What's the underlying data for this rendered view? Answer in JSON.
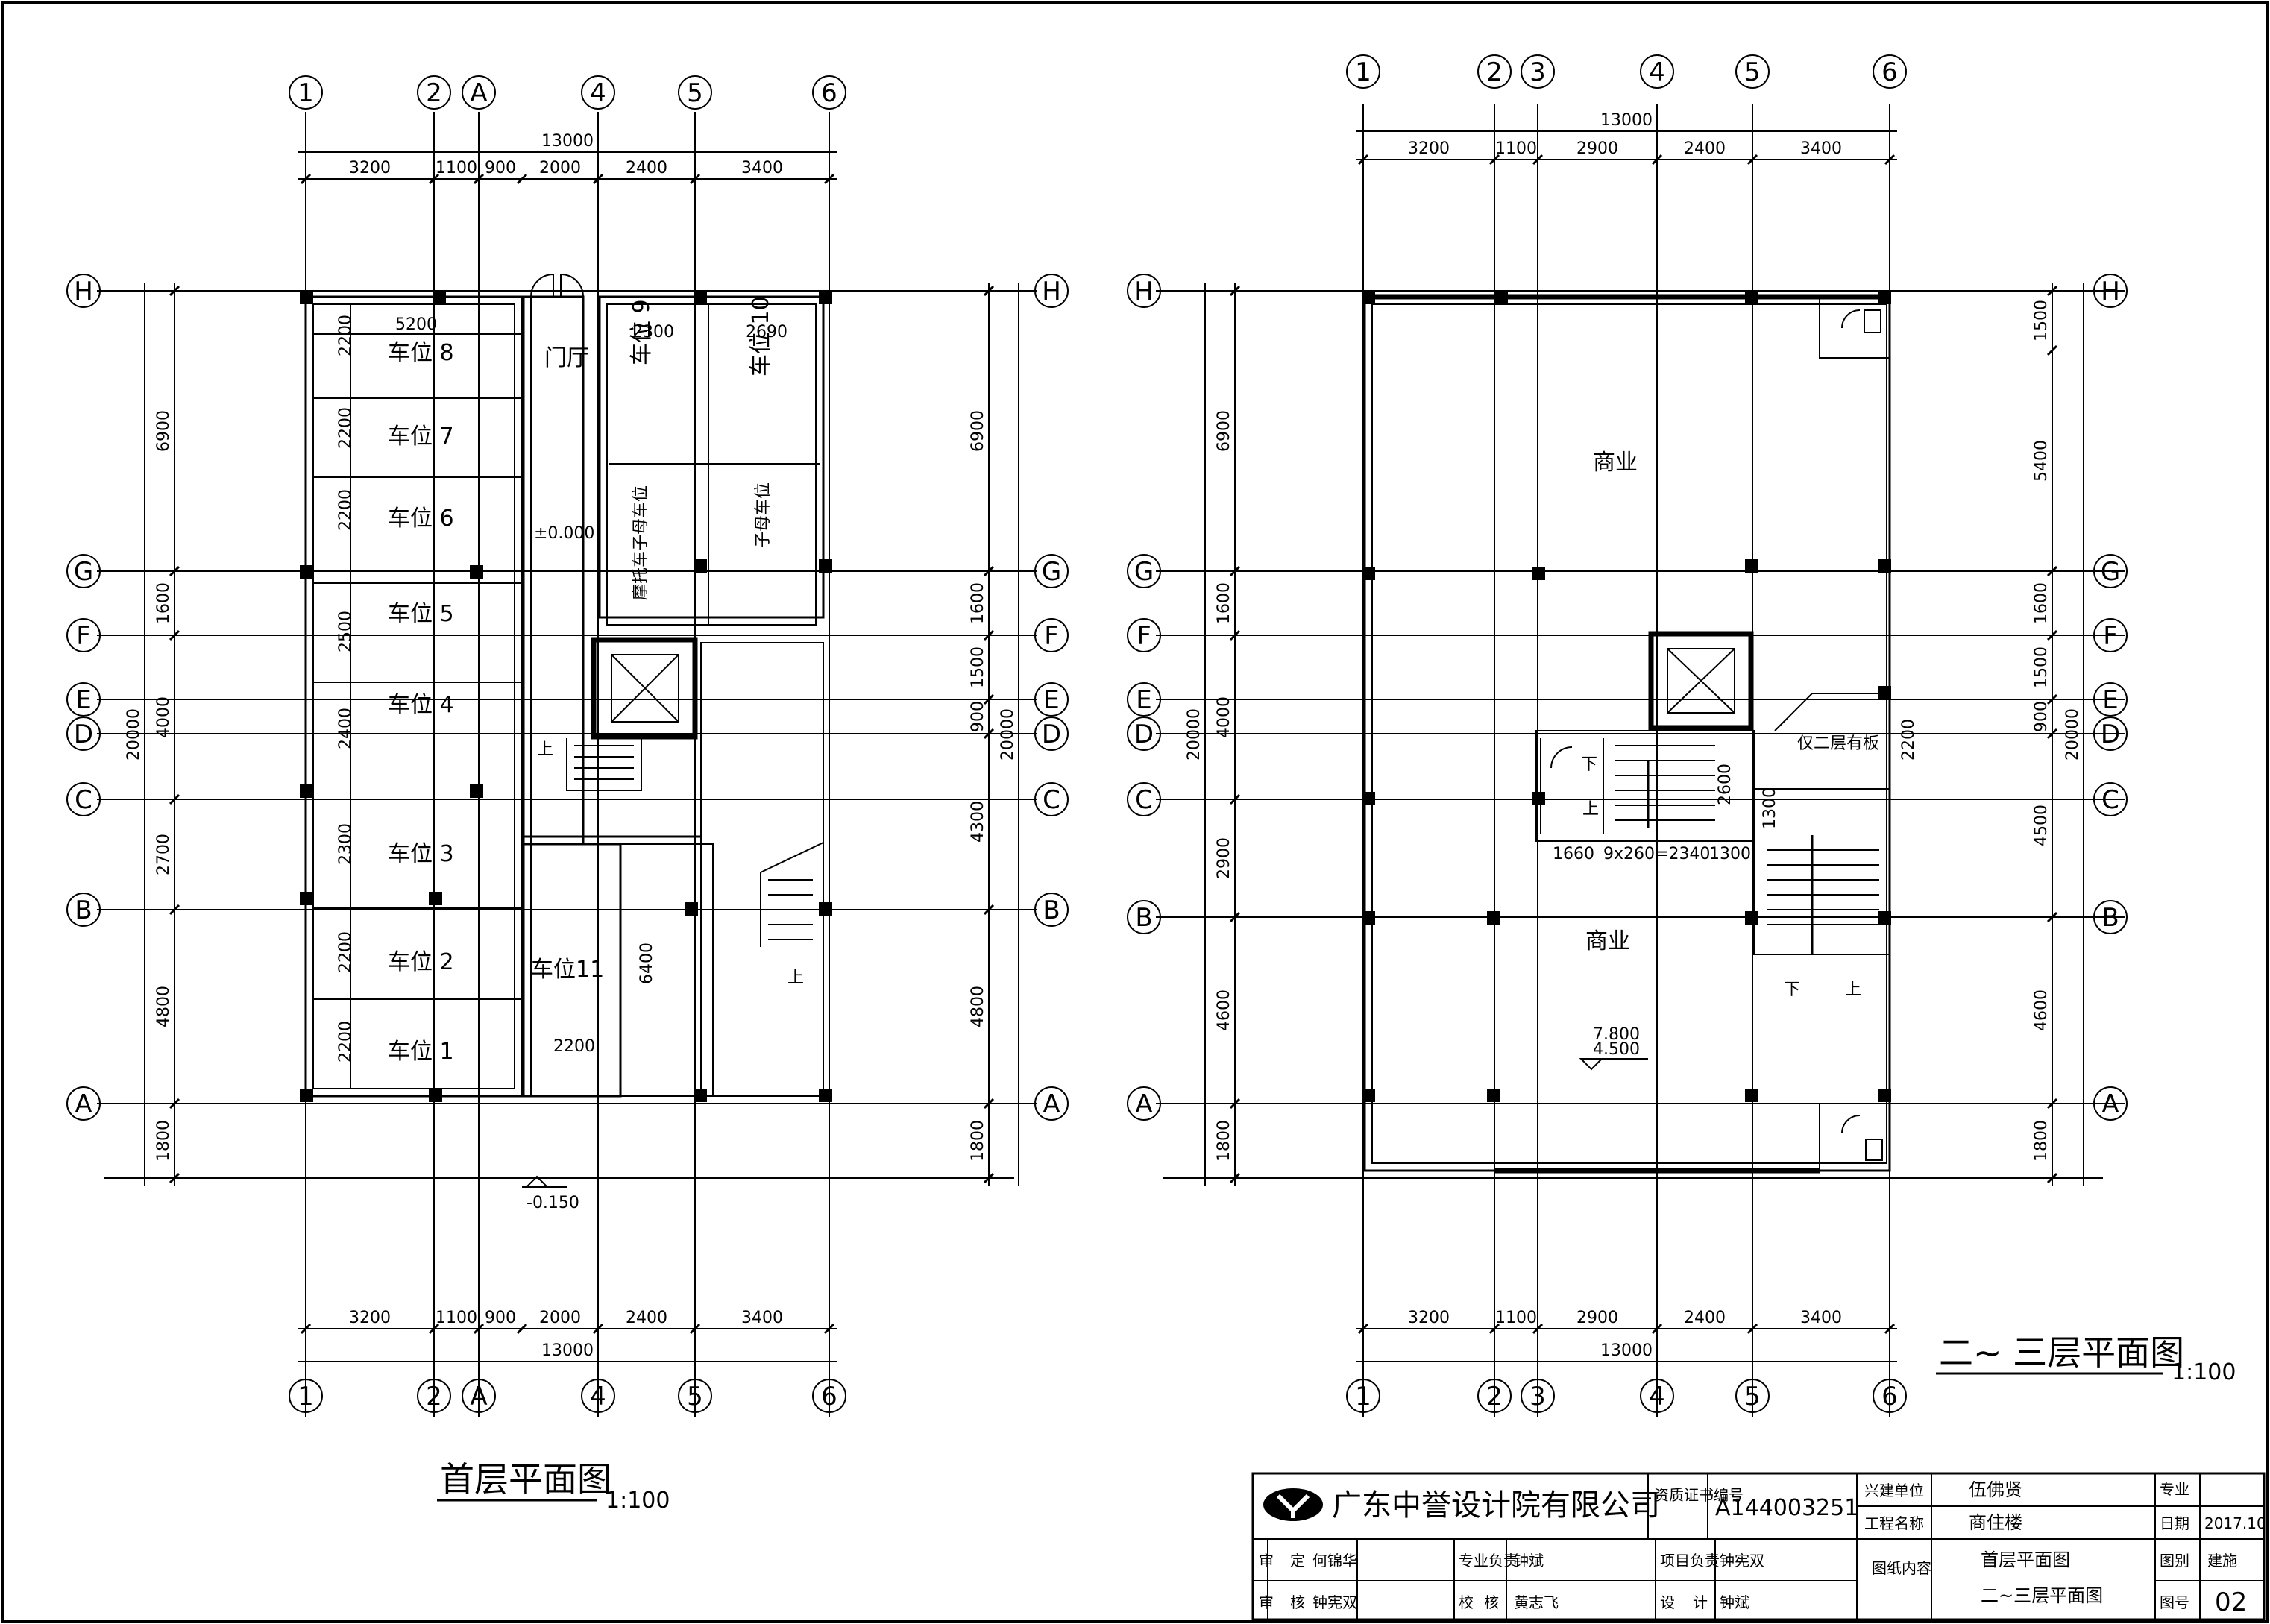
{
  "ground_plan": {
    "title": "首层平面图",
    "scale": "1:100",
    "top_total": "13000",
    "top_dims": [
      "3200",
      "1100",
      "900",
      "2000",
      "2400",
      "3400"
    ],
    "bottom_total": "13000",
    "bottom_dims": [
      "3200",
      "1100",
      "900",
      "2000",
      "2400",
      "3400"
    ],
    "col_labels": [
      "1",
      "2",
      "A",
      "4",
      "5",
      "6"
    ],
    "row_labels": [
      "H",
      "G",
      "F",
      "E",
      "D",
      "C",
      "B",
      "A"
    ],
    "left_total": "20000",
    "left_dims": [
      "6900",
      "1600",
      "4000",
      "2700",
      "4800",
      "1800"
    ],
    "right_total": "20000",
    "right_dims": [
      "6900",
      "1600",
      "1500",
      "900",
      "4300",
      "4800",
      "1800"
    ],
    "parking_width": "5200",
    "parking_depths": [
      "2200",
      "2200",
      "2200",
      "2500",
      "2400",
      "2300",
      "2200",
      "2200"
    ],
    "stalls": [
      "车位 8",
      "车位 7",
      "车位 6",
      "车位 5",
      "车位 4",
      "车位 3",
      "车位 2",
      "车位 1"
    ],
    "stall9": "车位 9",
    "stall10": "车位 10",
    "stall11": "车位11",
    "stall9_w": "2300",
    "stall10_w": "2690",
    "moto1": "摩托车子母车位",
    "moto2": "子母车位",
    "hall": "门厅",
    "level0": "±0.000",
    "level_out": "-0.150",
    "dim6400": "6400",
    "dim2200": "2200",
    "up": "上"
  },
  "upper_plan": {
    "title": "二~ 三层平面图",
    "scale": "1:100",
    "top_total": "13000",
    "top_dims": [
      "3200",
      "1100",
      "2900",
      "2400",
      "3400"
    ],
    "bottom_total": "13000",
    "bottom_dims": [
      "3200",
      "1100",
      "2900",
      "2400",
      "3400"
    ],
    "col_labels": [
      "1",
      "2",
      "3",
      "4",
      "5",
      "6"
    ],
    "row_labels": [
      "H",
      "G",
      "F",
      "E",
      "D",
      "C",
      "B",
      "A"
    ],
    "left_total": "20000",
    "left_dims": [
      "6900",
      "1600",
      "4000",
      "2900",
      "4600",
      "1800"
    ],
    "right_total": "20000",
    "right_dims": [
      "1500",
      "5400",
      "1600",
      "1500",
      "900",
      "4500",
      "4600",
      "1800"
    ],
    "shop": "商业",
    "stair_dims": [
      "1660",
      "9x260=2340",
      "1300"
    ],
    "dim2600": "2600",
    "dim1300": "1300",
    "dim2200": "2200",
    "note": "仅二层有板",
    "level_a": "7.800",
    "level_b": "4.500",
    "down": "下",
    "up": "上"
  },
  "title_block": {
    "company": "广东中誉设计院有限公司",
    "cert_label": "资质证书编号",
    "cert_no": "A144003251",
    "client_label": "兴建单位",
    "client": "伍佛贤",
    "project_label": "工程名称",
    "project": "商住楼",
    "drawing_label": "图纸内容",
    "drawing1": "首层平面图",
    "drawing2": "二~三层平面图",
    "date_label": "日期",
    "date": "2017.10",
    "scale_label": "专业",
    "phase_label": "图别",
    "phase": "建施",
    "no_label": "图号",
    "no": "02",
    "r1": [
      "审",
      "定",
      "何锦华",
      "专业负责",
      "钟斌",
      "项目负责",
      "钟宪双"
    ],
    "r2": [
      "审",
      "核",
      "钟宪双",
      "校",
      "核",
      "黄志飞",
      "设",
      "计",
      "钟斌"
    ]
  }
}
